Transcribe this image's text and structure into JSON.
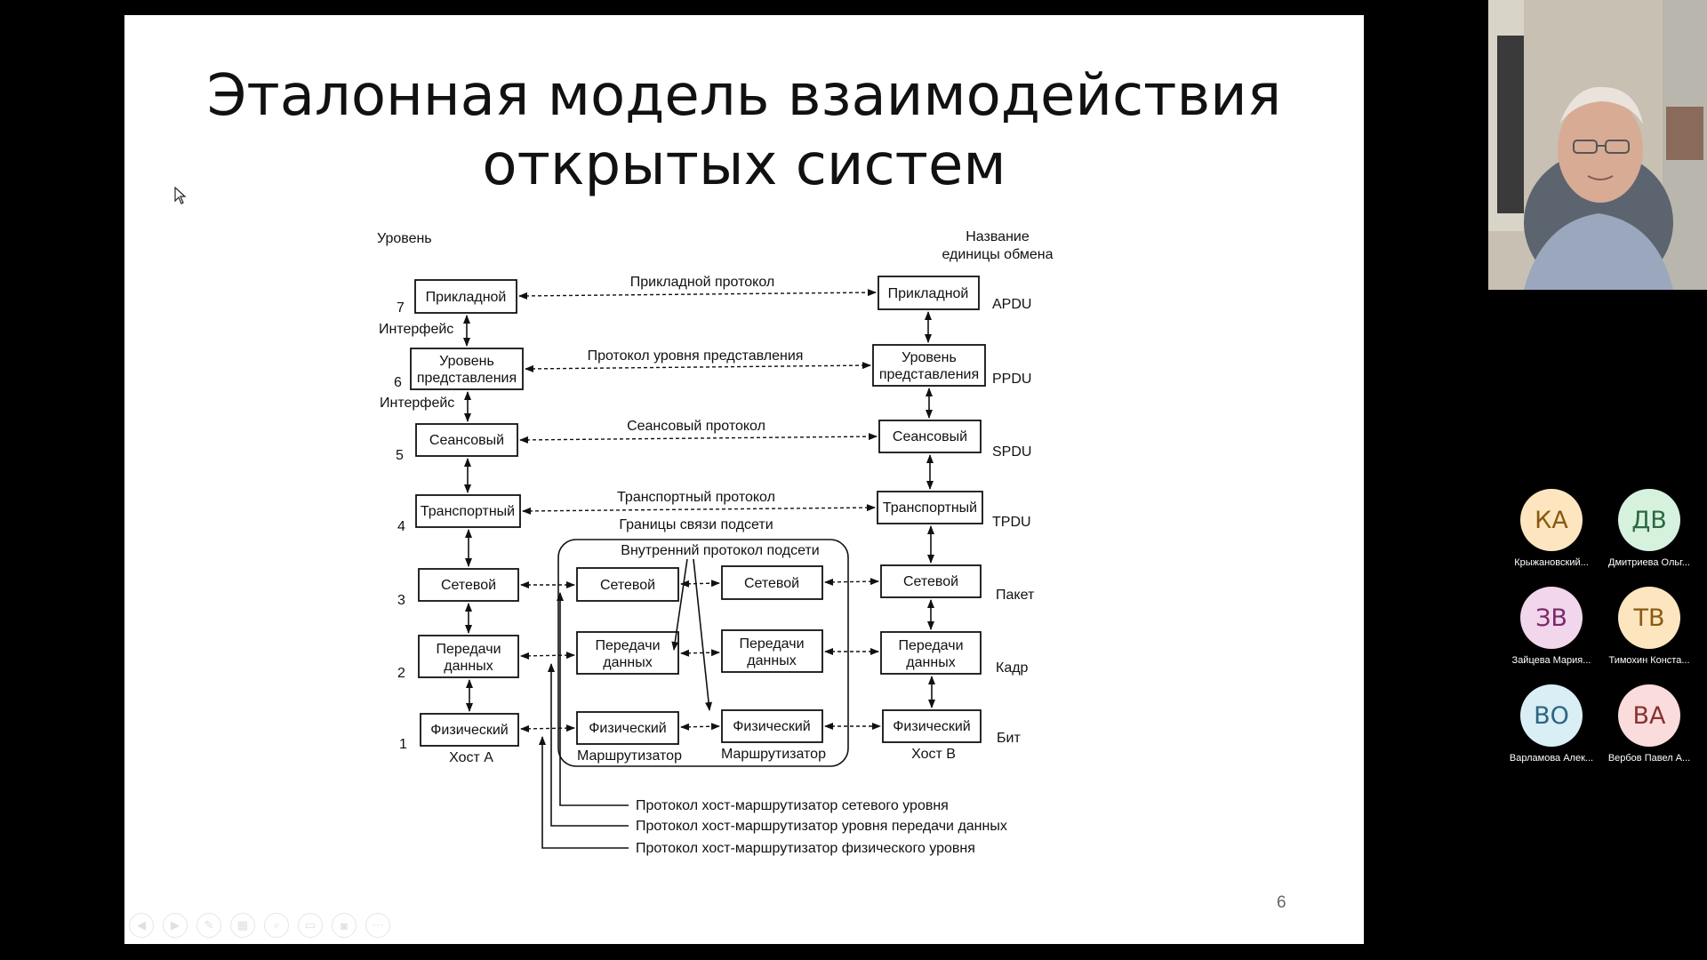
{
  "slide": {
    "title_line1": "Эталонная модель взаимодействия",
    "title_line2": "открытых систем",
    "number": "6"
  },
  "diagram": {
    "level_header": "Уровень",
    "unit_header_line1": "Название",
    "unit_header_line2": "единицы обмена",
    "interface_label": "Интерфейс",
    "levels": [
      {
        "n": "7",
        "name": [
          "Прикладной"
        ],
        "protocol": "Прикладной протокол",
        "unit": "APDU"
      },
      {
        "n": "6",
        "name": [
          "Уровень",
          "представления"
        ],
        "protocol": "Протокол уровня представления",
        "unit": "PPDU"
      },
      {
        "n": "5",
        "name": [
          "Сеансовый"
        ],
        "protocol": "Сеансовый протокол",
        "unit": "SPDU"
      },
      {
        "n": "4",
        "name": [
          "Транспортный"
        ],
        "protocol": "Транспортный протокол",
        "unit": "TPDU"
      },
      {
        "n": "3",
        "name": [
          "Сетевой"
        ],
        "unit": "Пакет"
      },
      {
        "n": "2",
        "name": [
          "Передачи",
          "данных"
        ],
        "unit": "Кадр"
      },
      {
        "n": "1",
        "name": [
          "Физический"
        ],
        "unit": "Бит"
      }
    ],
    "subnet_boundary": "Границы связи подсети",
    "internal_protocol": "Внутренний протокол подсети",
    "router_label": "Маршрутизатор",
    "host_a": "Хост А",
    "host_b": "Хост В",
    "bottom_protocols": [
      "Протокол хост-маршрутизатор сетевого уровня",
      "Протокол хост-маршрутизатор  уровня передачи данных",
      "Протокол хост-маршрутизатор физического уровня"
    ]
  },
  "participants": [
    {
      "initials": "КА",
      "name": "Крыжановский...",
      "bg": "#fde6bf",
      "fg": "#8a5a10"
    },
    {
      "initials": "ДВ",
      "name": "Дмитриева Ольг...",
      "bg": "#d7f1df",
      "fg": "#2b6a40"
    },
    {
      "initials": "ЗВ",
      "name": "Зайцева Мария...",
      "bg": "#f2d6ec",
      "fg": "#7a2a6a"
    },
    {
      "initials": "ТВ",
      "name": "Тимохин Конста...",
      "bg": "#fde6bf",
      "fg": "#8a5a10"
    },
    {
      "initials": "ВО",
      "name": "Варламова Алек...",
      "bg": "#d9eef5",
      "fg": "#2a6680"
    },
    {
      "initials": "ВА",
      "name": "Вербов Павел А...",
      "bg": "#fbdcdc",
      "fg": "#8a3030"
    }
  ],
  "icons": [
    "cursor-icon",
    "prev-icon",
    "next-icon",
    "pen-icon",
    "slides-icon",
    "zoom-icon",
    "subtitles-icon",
    "camera-icon",
    "more-icon"
  ]
}
